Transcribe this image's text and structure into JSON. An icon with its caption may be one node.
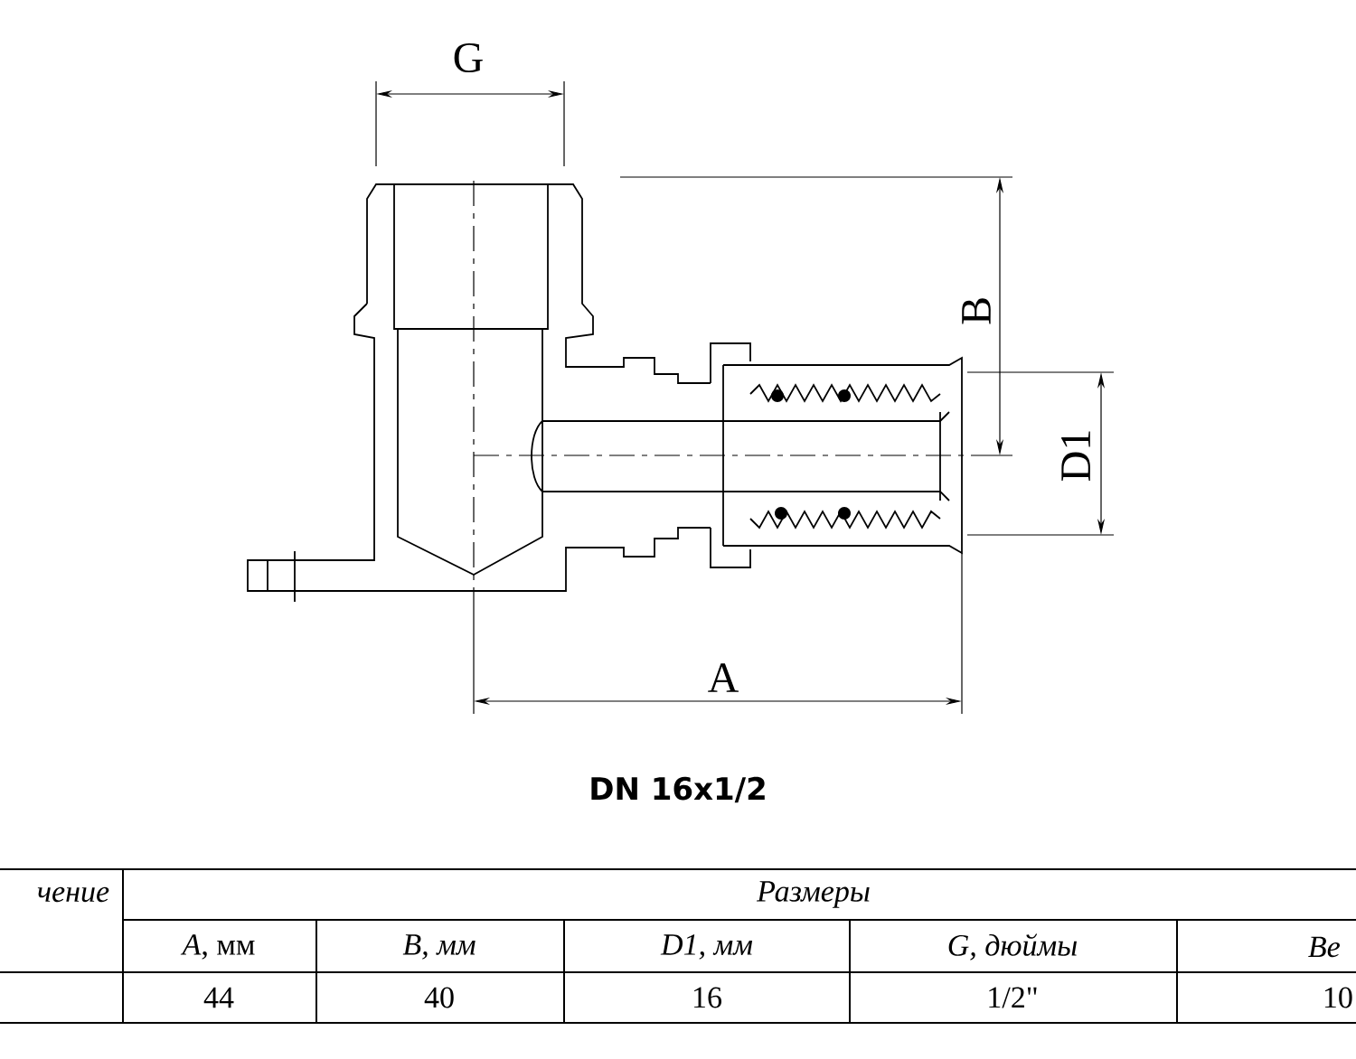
{
  "diagram": {
    "labels": [
      "G",
      "B",
      "D1",
      "A",
      "DN 16x1/2",
      "чение",
      "Размеры",
      "*A*, мм",
      "B, мм",
      "D1, мм",
      "G, дюймы",
      "Ве",
      "44",
      "40",
      "16",
      "1/2\"",
      "10"
    ]
  }
}
